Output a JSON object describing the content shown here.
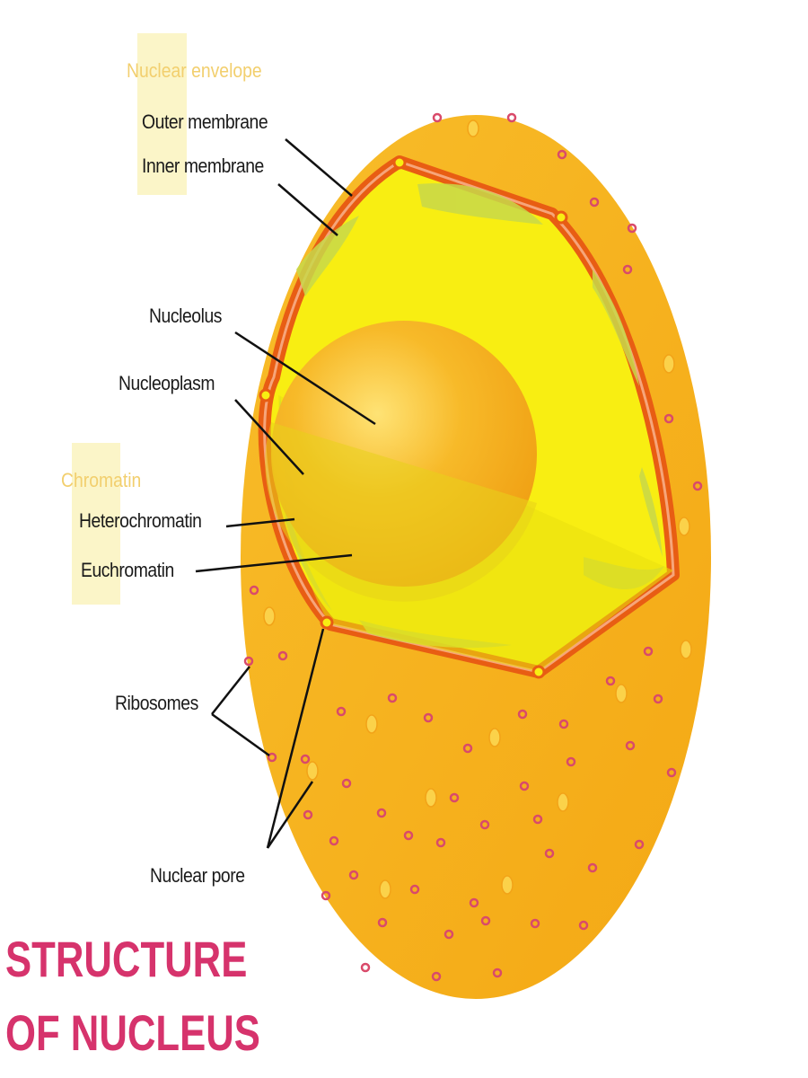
{
  "colors": {
    "cytoplasm": "#f7b21b",
    "cytoplasm_edge": "#f0a010",
    "envelope": "#e85d13",
    "nucleoplasm": "#f8ee12",
    "chromatin_patches": "#c8d84a",
    "nucleolus": "#f4a91e",
    "ribosome": "#d94a6a",
    "group_label": "#f2cf6e",
    "title": "#d6336c"
  },
  "groups": {
    "envelope": {
      "title": "Nuclear envelope",
      "items": [
        "Outer membrane",
        "Inner membrane"
      ]
    },
    "chromatin": {
      "title": "Chromatin",
      "items": [
        "Heterochromatin",
        "Euchromatin"
      ]
    }
  },
  "labels": {
    "nucleolus": "Nucleolus",
    "nucleoplasm": "Nucleoplasm",
    "ribosomes": "Ribosomes",
    "nuclear_pore": "Nuclear pore"
  },
  "title": {
    "line1": "STRUCTURE",
    "line2": "OF NUCLEUS"
  }
}
